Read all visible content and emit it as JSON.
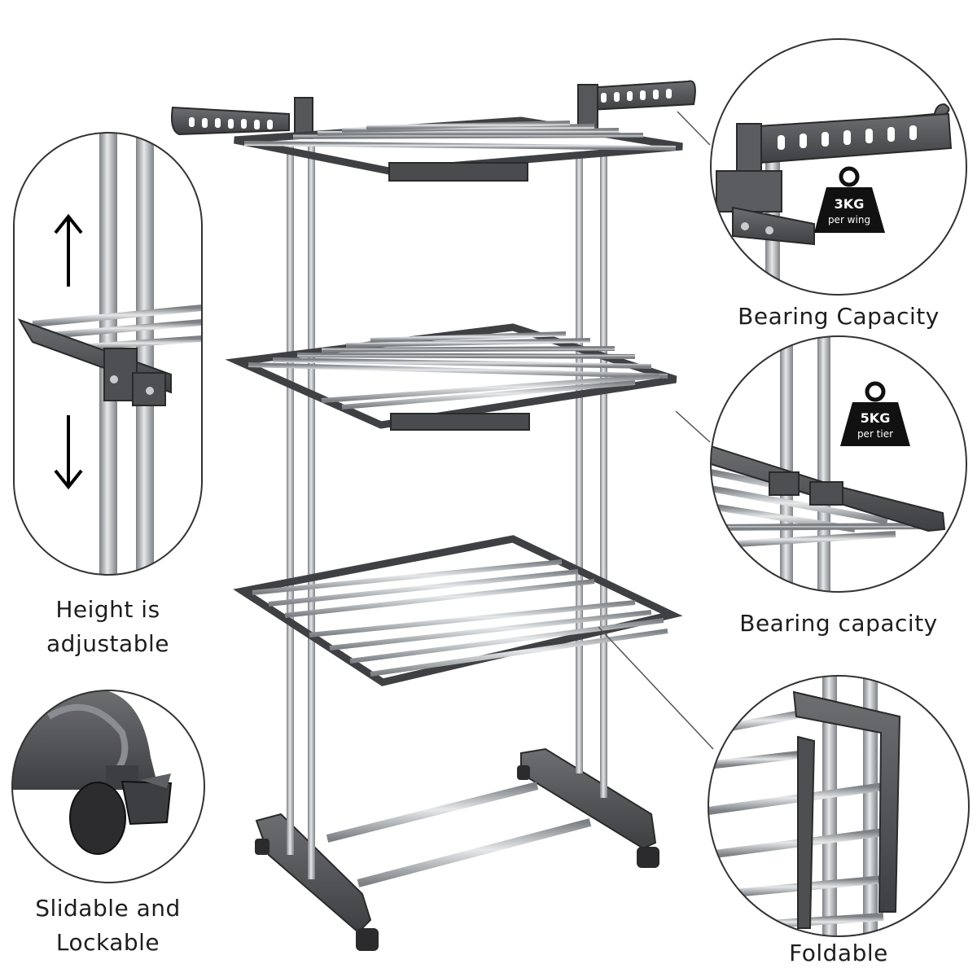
{
  "features": {
    "height": {
      "line1": "Height is",
      "line2": "adjustable"
    },
    "wheels": {
      "line1": "Slidable and",
      "line2": "Lockable"
    },
    "wing": {
      "label": "Bearing Capacity",
      "badge_value": "3KG",
      "badge_unit": "per wing"
    },
    "tier": {
      "label": "Bearing capacity",
      "badge_value": "5KG",
      "badge_unit": "per tier"
    },
    "fold": {
      "label": "Foldable"
    }
  },
  "colors": {
    "frame": "#5b5d60",
    "frame_dark": "#3f4043",
    "steel": "#a9adb1",
    "steel_light": "#dfe2e5",
    "outline": "#2a2a2a",
    "badge": "#111111"
  }
}
